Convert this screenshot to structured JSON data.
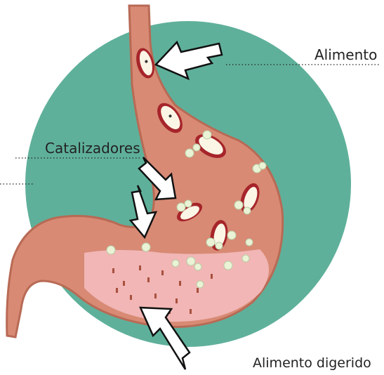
{
  "labels": {
    "food": "Alimento",
    "catalysts": "Catalizadores",
    "digested_food": "Alimento digerido"
  },
  "colors": {
    "background_circle": "#5FB09A",
    "stomach_wall": "#D88A74",
    "stomach_outline": "#B86A55",
    "digestive_fluid": "#F2B8B8",
    "arrow_fill": "#FFFFFF",
    "arrow_stroke": "#111111",
    "catalyst": "#EAF3D5"
  }
}
